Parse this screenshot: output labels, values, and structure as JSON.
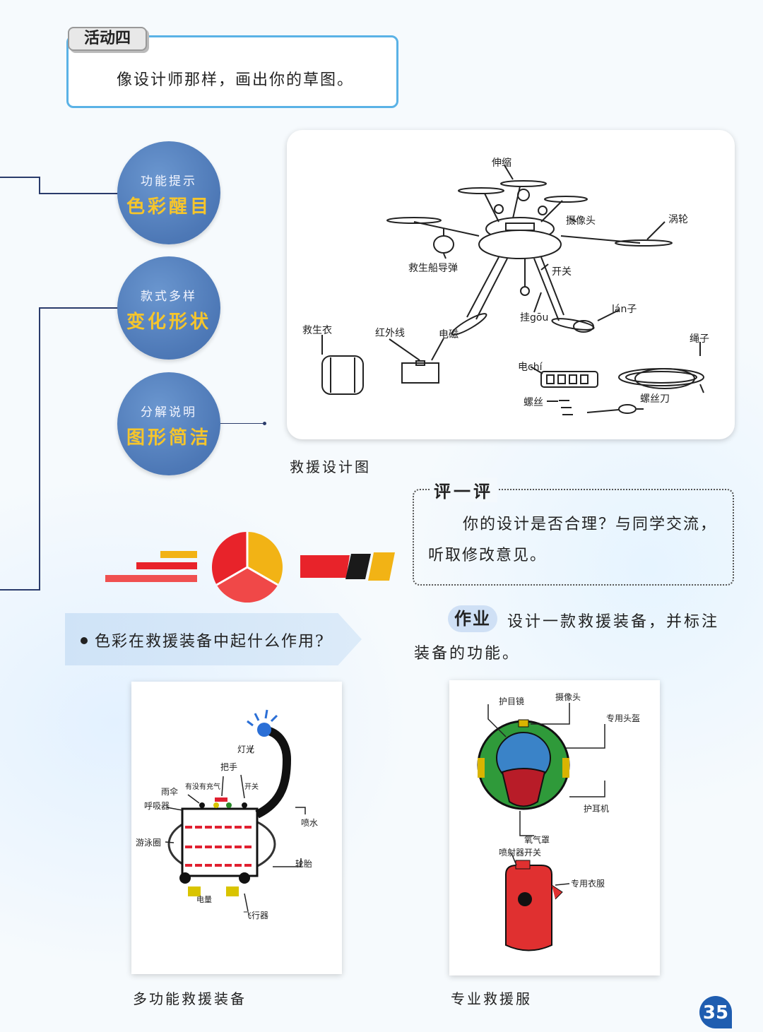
{
  "activity": {
    "tab": "活动四",
    "instruction": "像设计师那样，画出你的草图。"
  },
  "circles": [
    {
      "small": "功能提示",
      "big": "色彩醒目"
    },
    {
      "small": "款式多样",
      "big": "变化形状"
    },
    {
      "small": "分解说明",
      "big": "图形简洁"
    }
  ],
  "main_drawing": {
    "caption": "救援设计图",
    "labels": {
      "extend": "伸缩",
      "camera": "摄像头",
      "turbine": "涡轮",
      "lifeboat_missile": "救生船导弹",
      "switch": "开关",
      "hook": "挂gōu",
      "rope_lan": "lán子",
      "lifejacket": "救生衣",
      "infrared": "红外线",
      "battery": "电磁",
      "rope": "绳子",
      "battery2": "电chí",
      "screw": "螺丝",
      "screwdriver": "螺丝刀"
    }
  },
  "evaluate": {
    "title": "评一评",
    "line1": "你的设计是否合理？与同学交流，",
    "line2": "听取修改意见。"
  },
  "homework": {
    "tag": "作业",
    "line1": "设计一款救援装备，并标注",
    "line2": "装备的功能。"
  },
  "question": "色彩在救援装备中起什么作用?",
  "drawing_left": {
    "caption": "多功能救援装备",
    "labels": {
      "light": "灯光",
      "handle": "把手",
      "fan": "雨伞",
      "inflate": "有没有充气",
      "switch": "开关",
      "breather": "呼吸器",
      "spray": "喷水",
      "lifebuoy": "游泳圈",
      "tire": "轮胎",
      "battery": "电量",
      "flyer": "飞行器"
    }
  },
  "drawing_right": {
    "caption": "专业救援服",
    "labels": {
      "goggles": "护目镜",
      "camera": "摄像头",
      "helmet": "专用头盔",
      "earmuff": "护耳机",
      "oxygen": "氧气罩",
      "sprayer": "喷射器开关",
      "suit": "专用衣服"
    }
  },
  "page_number": "35",
  "colors": {
    "red": "#e8232a",
    "yellow": "#f2b315",
    "black": "#1a1a1a",
    "blue": "#4d78b6",
    "accent": "#5ab2e6"
  }
}
